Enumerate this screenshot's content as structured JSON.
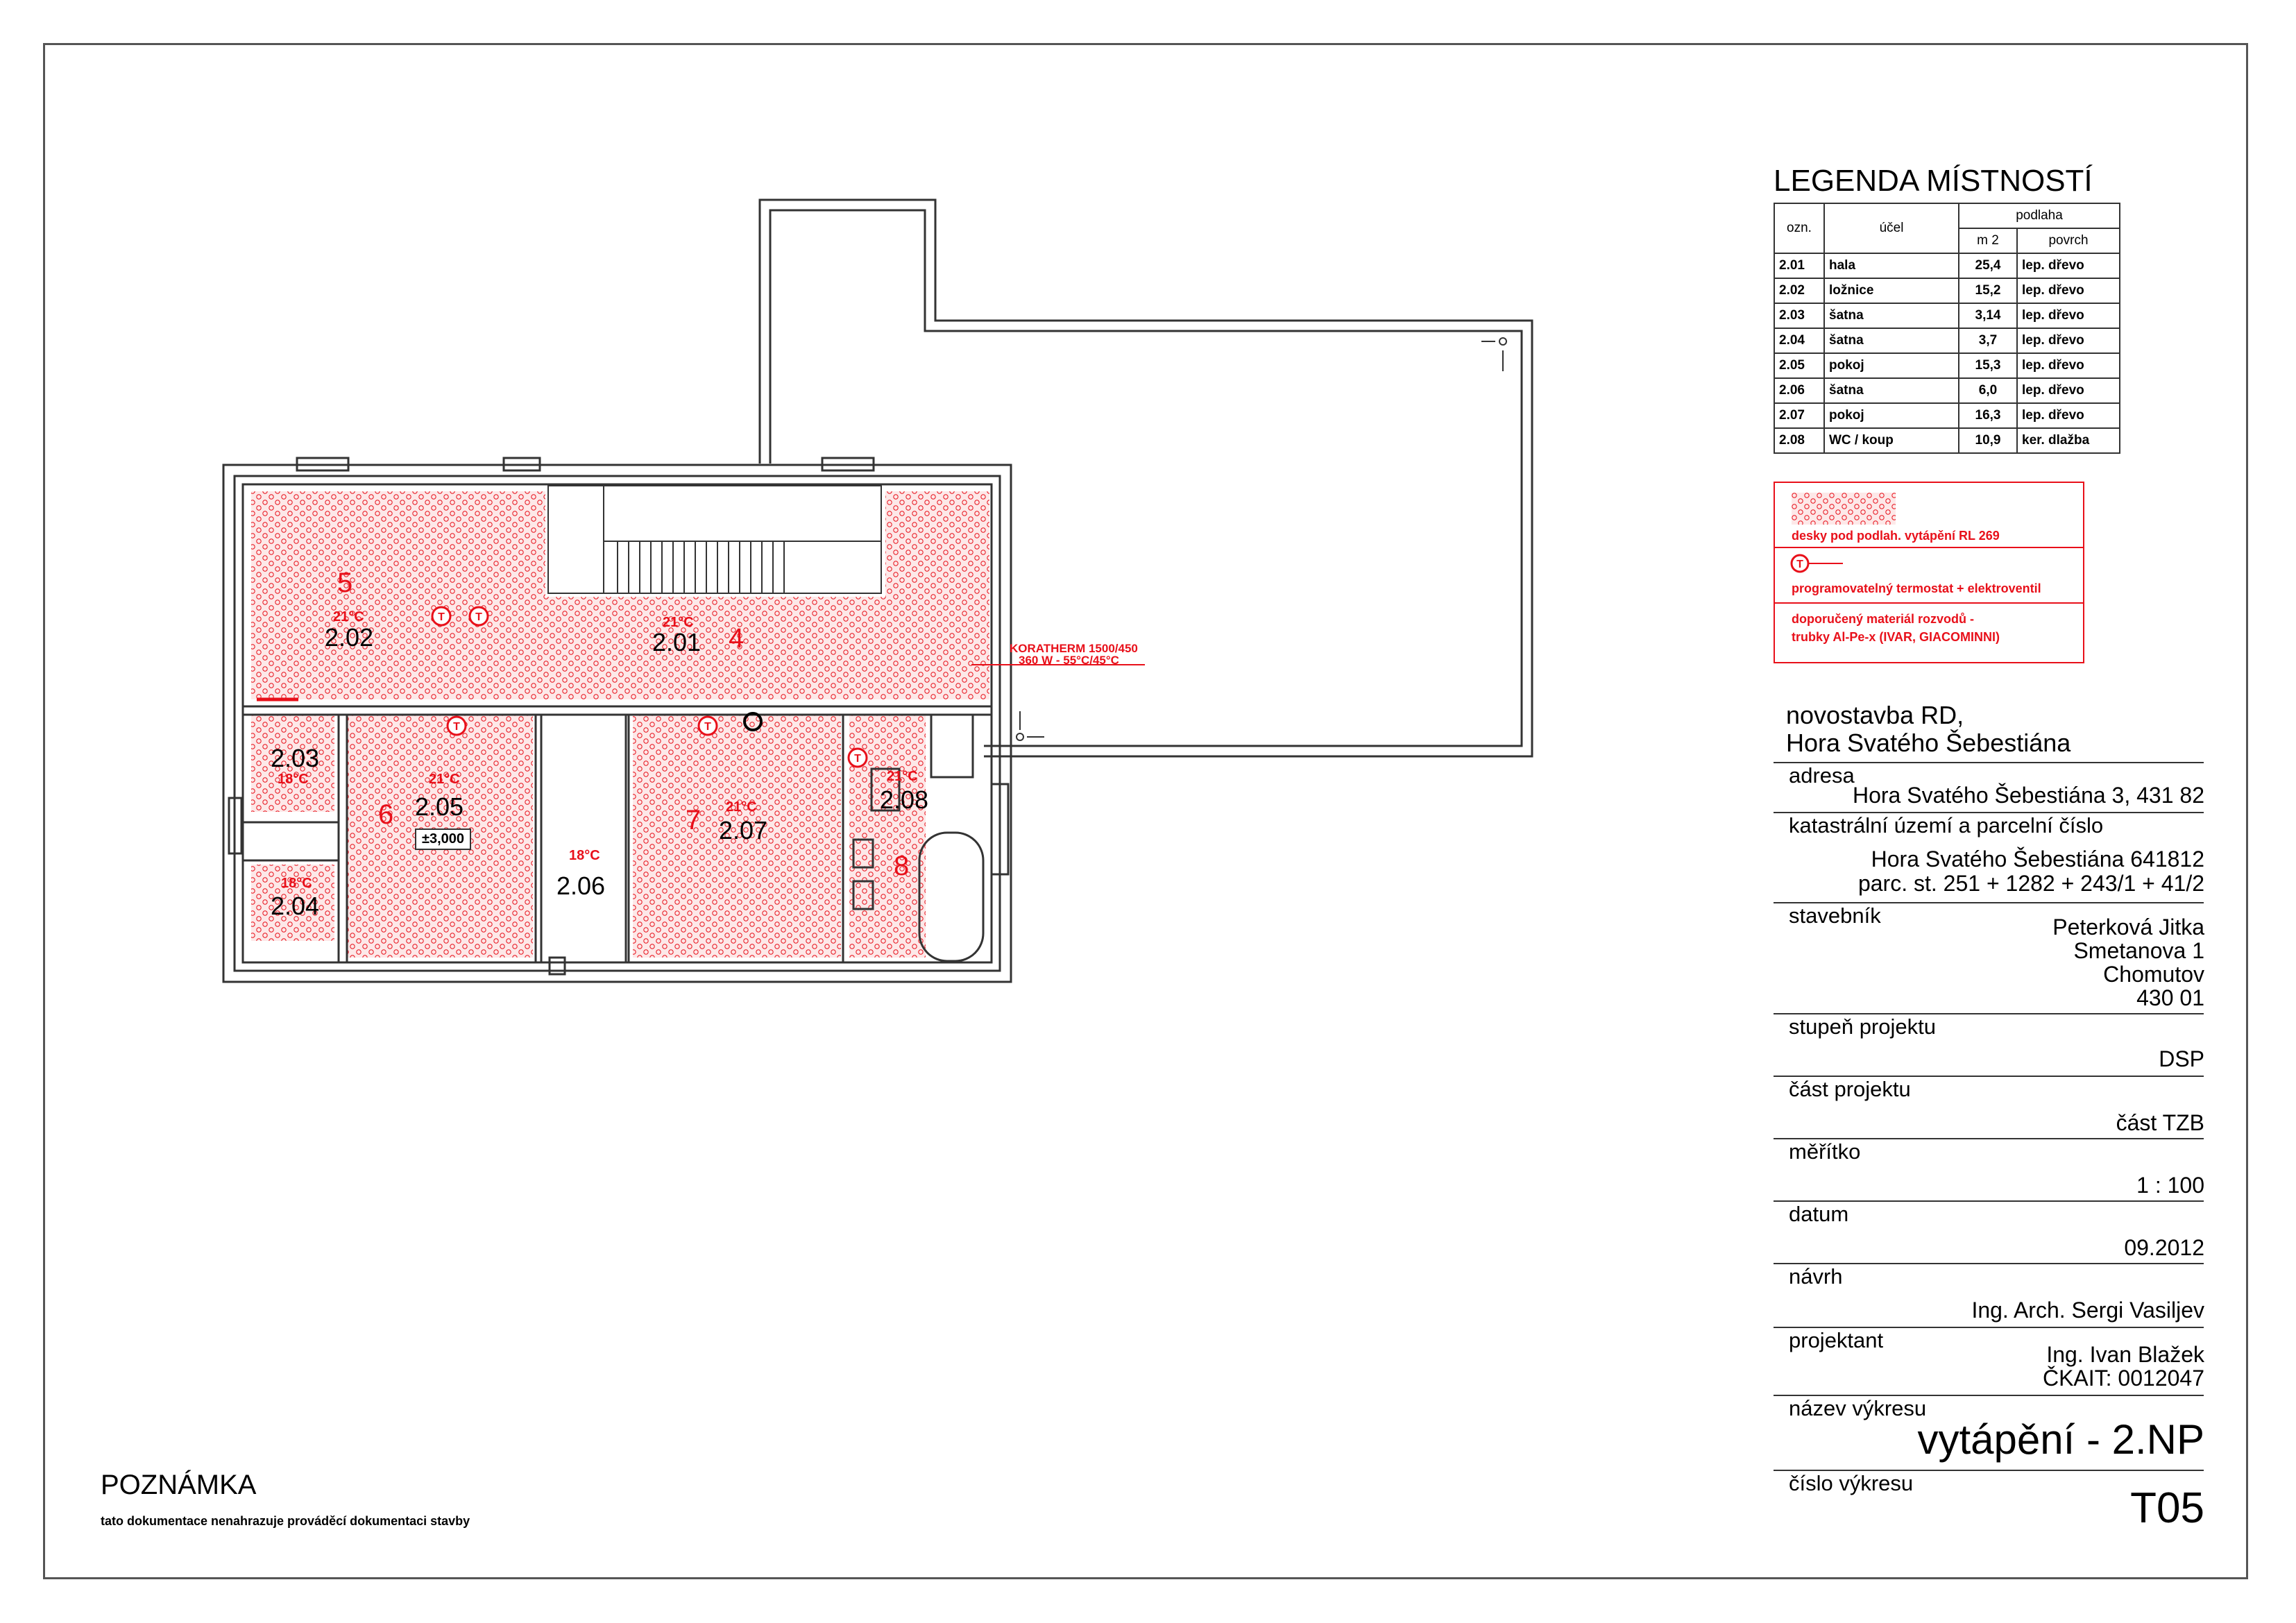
{
  "legend": {
    "title": "LEGENDA MÍSTNOSTÍ",
    "headers": {
      "id": "ozn.",
      "purpose": "účel",
      "floor": "podlaha",
      "area": "m 2",
      "surface": "povrch"
    },
    "rows": [
      {
        "id": "2.01",
        "purpose": "hala",
        "area": "25,4",
        "surface": "lep. dřevo"
      },
      {
        "id": "2.02",
        "purpose": "ložnice",
        "area": "15,2",
        "surface": "lep. dřevo"
      },
      {
        "id": "2.03",
        "purpose": "šatna",
        "area": "3,14",
        "surface": "lep. dřevo"
      },
      {
        "id": "2.04",
        "purpose": "šatna",
        "area": "3,7",
        "surface": "lep. dřevo"
      },
      {
        "id": "2.05",
        "purpose": "pokoj",
        "area": "15,3",
        "surface": "lep. dřevo"
      },
      {
        "id": "2.06",
        "purpose": "šatna",
        "area": "6,0",
        "surface": "lep. dřevo"
      },
      {
        "id": "2.07",
        "purpose": "pokoj",
        "area": "16,3",
        "surface": "lep. dřevo"
      },
      {
        "id": "2.08",
        "purpose": "WC / koup",
        "area": "10,9",
        "surface": "ker. dlažba"
      }
    ]
  },
  "key": {
    "heating": "desky pod podlah. vytápění RL 269",
    "thermostat_symbol": "T",
    "thermostat": "programovatelný termostat + elektroventil",
    "material_1": "doporučený materiál rozvodů -",
    "material_2": "trubky Al-Pe-x (IVAR, GIACOMINNI)"
  },
  "title_block": {
    "project_1": "novostavba RD,",
    "project_2": "Hora Svatého Šebestiána",
    "address_label": "adresa",
    "address": "Hora Svatého Šebestiána 3, 431 82",
    "cadastre_label": "katastrální území a parcelní číslo",
    "cadastre_1": "Hora Svatého Šebestiána 641812",
    "cadastre_2": "parc. st. 251 + 1282 + 243/1 + 41/2",
    "builder_label": "stavebník",
    "builder_1": "Peterková Jitka",
    "builder_2": "Smetanova 1",
    "builder_3": "Chomutov",
    "builder_4": "430 01",
    "stage_label": "stupeň projektu",
    "stage": "DSP",
    "part_label": "část projektu",
    "part": "část TZB",
    "scale_label": "měřítko",
    "scale": "1 : 100",
    "date_label": "datum",
    "date": "09.2012",
    "design_label": "návrh",
    "design": "Ing. Arch. Sergi Vasiljev",
    "designer_label": "projektant",
    "designer_1": "Ing. Ivan Blažek",
    "designer_2": "ČKAIT: 0012047",
    "drawing_name_label": "název výkresu",
    "drawing_name": "vytápění - 2.NP",
    "drawing_no_label": "číslo výkresu",
    "drawing_no": "T05"
  },
  "note": {
    "title": "POZNÁMKA",
    "text": "tato dokumentace nenahrazuje prováděcí dokumentaci stavby"
  },
  "plan": {
    "radiator_1": "KORATHERM 1500/450",
    "radiator_2": "360 W - 55°C/45°C",
    "level": "±3,000",
    "rooms": [
      {
        "id": "2.01",
        "temp": "21°C",
        "circuit": "4"
      },
      {
        "id": "2.02",
        "temp": "21°C",
        "circuit": "5"
      },
      {
        "id": "2.03",
        "temp": "18°C",
        "circuit": ""
      },
      {
        "id": "2.04",
        "temp": "18°C",
        "circuit": ""
      },
      {
        "id": "2.05",
        "temp": "21°C",
        "circuit": "6"
      },
      {
        "id": "2.06",
        "temp": "18°C",
        "circuit": ""
      },
      {
        "id": "2.07",
        "temp": "21°C",
        "circuit": "7"
      },
      {
        "id": "2.08",
        "temp": "21°C",
        "circuit": "8"
      }
    ]
  },
  "colors": {
    "heating": "#e8101a",
    "lines": "#333333",
    "pattern_bg": "#fde4e4"
  }
}
